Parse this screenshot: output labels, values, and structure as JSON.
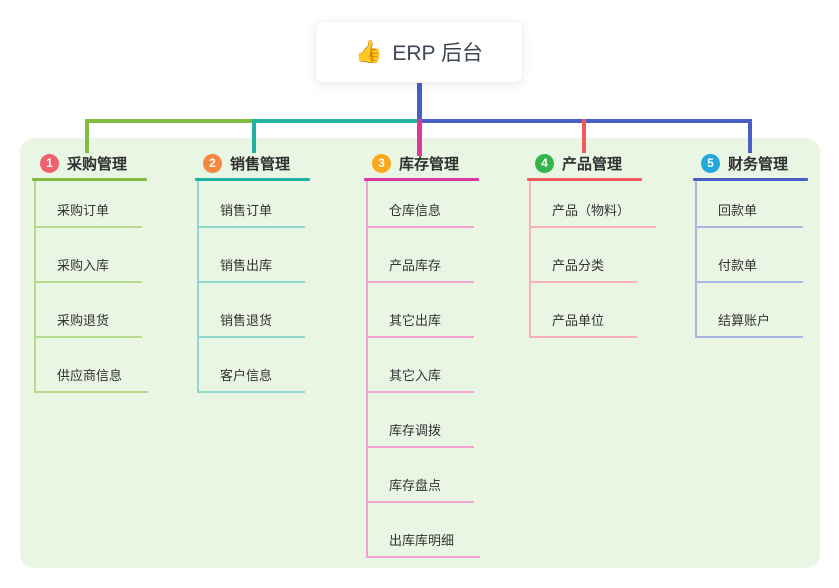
{
  "root": {
    "icon": "👍",
    "label": "ERP 后台"
  },
  "branches": [
    {
      "num": "1",
      "title": "采购管理",
      "badge_color": "#f0606e",
      "line_color": "#82bc40",
      "light_color": "#b5da8c",
      "children": [
        "采购订单",
        "采购入库",
        "采购退货",
        "供应商信息"
      ]
    },
    {
      "num": "2",
      "title": "销售管理",
      "badge_color": "#f6863e",
      "line_color": "#21b3a2",
      "light_color": "#8fd8cb",
      "children": [
        "销售订单",
        "销售出库",
        "销售退货",
        "客户信息"
      ]
    },
    {
      "num": "3",
      "title": "库存管理",
      "badge_color": "#faa81d",
      "line_color": "#da3a9e",
      "light_color": "#f2a3cf",
      "children": [
        "仓库信息",
        "产品库存",
        "其它出库",
        "其它入库",
        "库存调拨",
        "库存盘点",
        "出库库明细"
      ]
    },
    {
      "num": "4",
      "title": "产品管理",
      "badge_color": "#35b44b",
      "line_color": "#f25a5e",
      "light_color": "#f9b1b4",
      "children": [
        "产品（物料）",
        "产品分类",
        "产品单位"
      ]
    },
    {
      "num": "5",
      "title": "财务管理",
      "badge_color": "#24a7df",
      "line_color": "#4a5ec5",
      "light_color": "#a9b7e4",
      "children": [
        "回款单",
        "付款单",
        "结算账户"
      ]
    }
  ],
  "colors": {
    "panel_bg": "#eaf6e4",
    "root_line": "#4a5ec5",
    "text": "#333333"
  }
}
